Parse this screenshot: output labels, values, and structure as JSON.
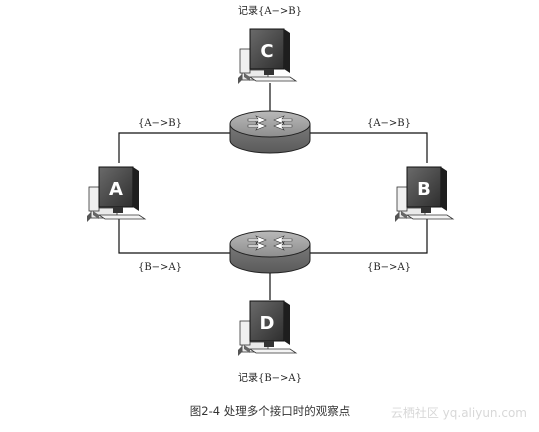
{
  "nodes": {
    "C": {
      "letter": "C",
      "record": "记录{A−>B}"
    },
    "A": {
      "letter": "A"
    },
    "B": {
      "letter": "B"
    },
    "D": {
      "letter": "D",
      "record": "记录{B−>A}"
    }
  },
  "links": {
    "top_left": "{A−>B}",
    "top_right": "{A−>B}",
    "bottom_left": "{B−>A}",
    "bottom_right": "{B−>A}"
  },
  "caption": "图2-4   处理多个接口时的观察点",
  "watermark": "云栖社区 yq.aliyun.com"
}
